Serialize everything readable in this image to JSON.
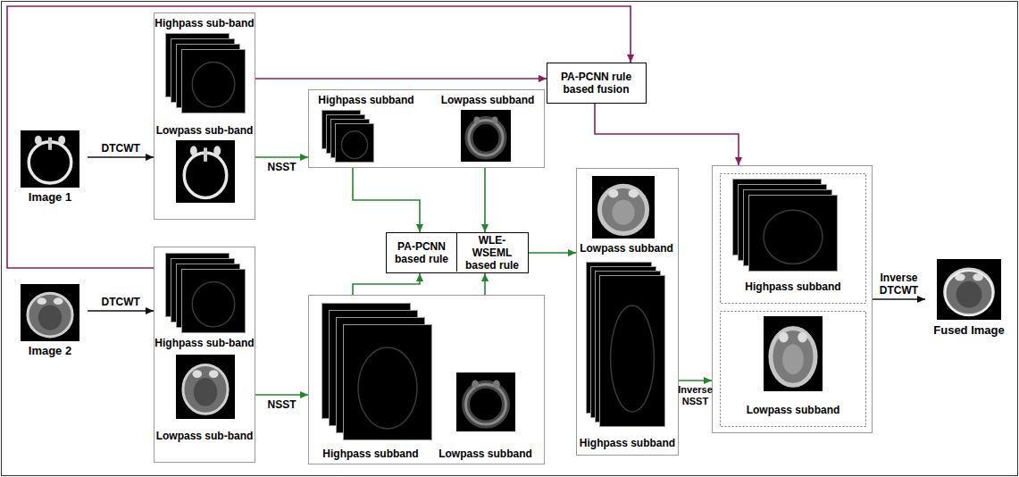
{
  "diagram": {
    "nodes": [
      {
        "text": [
          "Image 1"
        ]
      },
      {
        "text": [
          "Highpass sub-band",
          "Lowpass sub-band"
        ]
      },
      {
        "text": [
          "Image 2"
        ]
      },
      {
        "text": [
          "Highpass sub-band",
          "Lowpass sub-band"
        ]
      },
      {
        "text": [
          "Highpass subband",
          "Lowpass subband"
        ]
      },
      {
        "text": [
          "Highpass subband",
          "Lowpass subband"
        ]
      },
      {
        "text": [
          "PA-PCNN rule based fusion"
        ]
      },
      {
        "text": [
          "PA-PCNN based rule",
          "WLE-WSEML based rule"
        ]
      },
      {
        "text": [
          "Lowpass subband",
          "Highpass subband"
        ]
      },
      {
        "text": [
          "Highpass subband",
          "Lowpass subband"
        ]
      },
      {
        "text": [
          "Fused Image"
        ]
      }
    ],
    "edges": [
      {
        "from": 0,
        "to": 1,
        "label": "DTCWT",
        "arrow": "to"
      },
      {
        "from": 2,
        "to": 3,
        "label": "DTCWT",
        "arrow": "to"
      },
      {
        "from": 1,
        "to": 4,
        "label": "NSST",
        "arrow": "to"
      },
      {
        "from": 3,
        "to": 5,
        "label": "NSST",
        "arrow": "to"
      },
      {
        "from": 1,
        "to": 6,
        "arrow": "to"
      },
      {
        "from": 3,
        "to": 6,
        "arrow": "to"
      },
      {
        "from": 4,
        "to": 7,
        "arrow": "to"
      },
      {
        "from": 4,
        "to": 7,
        "arrow": "to"
      },
      {
        "from": 5,
        "to": 7,
        "arrow": "to"
      },
      {
        "from": 5,
        "to": 7,
        "arrow": "to"
      },
      {
        "from": 7,
        "to": 8,
        "arrow": "to"
      },
      {
        "from": 8,
        "to": 9,
        "label": "Inverse NSST",
        "arrow": "to"
      },
      {
        "from": 6,
        "to": 9,
        "arrow": "to"
      },
      {
        "from": 9,
        "to": 10,
        "label": "Inverse DTCWT",
        "arrow": "to"
      }
    ]
  }
}
